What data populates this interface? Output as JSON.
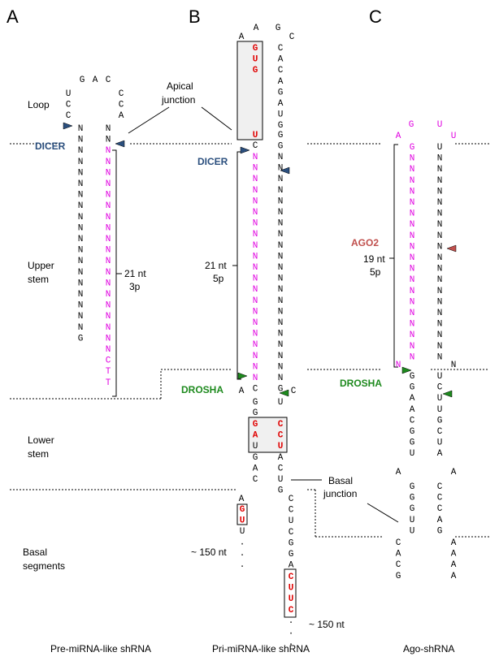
{
  "panels": {
    "a": "A",
    "b": "B",
    "c": "C"
  },
  "regions": {
    "loop": "Loop",
    "upper_stem_1": "Upper",
    "upper_stem_2": "stem",
    "lower_stem_1": "Lower",
    "lower_stem_2": "stem",
    "basal_1": "Basal",
    "basal_2": "segments"
  },
  "junctions": {
    "apical_1": "Apical",
    "apical_2": "junction",
    "basal_1": "Basal",
    "basal_2": "junction"
  },
  "enzymes": {
    "dicer_a": "DICER",
    "dicer_b": "DICER",
    "drosha_b": "DROSHA",
    "drosha_c": "DROSHA",
    "ago2": "AGO2"
  },
  "lengths": {
    "a_nt": "21 nt",
    "a_arm": "3p",
    "b_nt": "21 nt",
    "b_arm": "5p",
    "c_nt": "19 nt",
    "c_arm": "5p",
    "b_basal_5p": "~ 150 nt",
    "b_basal_3p": "~ 150 nt"
  },
  "captions": {
    "a": "Pre-miRNA-like shRNA",
    "b": "Pri-miRNA-like shRNA",
    "c": "Ago-shRNA"
  },
  "colors": {
    "guide": "#e000e0",
    "mutation": "#e00000",
    "dicer": "#2b4f7e",
    "drosha": "#1e8a1e",
    "ago2": "#c0504d",
    "box_fill": "#f0f0f0"
  },
  "sequences": {
    "a": {
      "loop_top": [
        "G",
        "A",
        "C"
      ],
      "loop_left": [
        "U",
        "C",
        "C"
      ],
      "loop_right": [
        "C",
        "C",
        "A"
      ],
      "strand_5p": [
        "N",
        "N",
        "N",
        "N",
        "N",
        "N",
        "N",
        "N",
        "N",
        "N",
        "N",
        "N",
        "N",
        "N",
        "N",
        "N",
        "N",
        "N",
        "N",
        "G"
      ],
      "strand_3p_black": [
        "N",
        "N"
      ],
      "strand_3p_guide": [
        "N",
        "N",
        "N",
        "N",
        "N",
        "N",
        "N",
        "N",
        "N",
        "N",
        "N",
        "N",
        "N",
        "N",
        "N",
        "N",
        "N",
        "N",
        "N",
        "C",
        "T",
        "T"
      ]
    },
    "b": {
      "loop_tl": "A",
      "loop_t": "A",
      "loop_tr": "G",
      "loop_c": "C",
      "loop_left_red": [
        "G",
        "U",
        "G"
      ],
      "loop_left_bottom_red": "U",
      "loop_right": [
        "C",
        "A",
        "C",
        "A",
        "G",
        "A",
        "U",
        "G"
      ],
      "dicer_cut_row_5p": "C",
      "dicer_cut_row_3p": [
        "G",
        "G"
      ],
      "strand_5p_guide": [
        "N",
        "N",
        "N",
        "N",
        "N",
        "N",
        "N",
        "N",
        "N",
        "N",
        "N",
        "N",
        "N",
        "N",
        "N",
        "N",
        "N",
        "N",
        "N",
        "N",
        "N"
      ],
      "strand_5p_end": "C",
      "strand_3p": [
        "N",
        "N",
        "N",
        "N",
        "N",
        "N",
        "N",
        "N",
        "N",
        "N",
        "N",
        "N",
        "N",
        "N",
        "N",
        "N",
        "N",
        "N",
        "N",
        "N",
        "N"
      ],
      "strand_3p_end": "G",
      "bulge_5p": "A",
      "bulge_3p": "C",
      "lower_5p_top": "G",
      "lower_5p_red": [
        "G",
        "A"
      ],
      "lower_5p_rest": [
        "G",
        "U",
        "G",
        "A",
        "C"
      ],
      "lower_3p_top": "U",
      "lower_3p_red": [
        "C",
        "C",
        "U"
      ],
      "lower_3p_rest": [
        "A",
        "C",
        "U",
        "G"
      ],
      "basal_5p_top": "A",
      "basal_5p_red": [
        "G",
        "U"
      ],
      "basal_5p_rest": [
        "U",
        ".",
        ".",
        "."
      ],
      "basal_3p": [
        "C",
        "C",
        "U",
        "C",
        "G",
        "G",
        "A"
      ],
      "basal_3p_red": [
        "C",
        "U",
        "U",
        "C"
      ],
      "basal_3p_dots": [
        ".",
        ".",
        "."
      ]
    },
    "c": {
      "loop_a": "A",
      "loop_g": "G",
      "loop_u1": "U",
      "loop_u2": "U",
      "strand_5p_guide": [
        "G",
        "N",
        "N",
        "N",
        "N",
        "N",
        "N",
        "N",
        "N",
        "N",
        "N",
        "N",
        "N",
        "N",
        "N",
        "N",
        "N",
        "N",
        "N",
        "N"
      ],
      "strand_3p": [
        "U",
        "N",
        "N",
        "N",
        "N",
        "N",
        "N",
        "N",
        "N",
        "N",
        "N",
        "N",
        "N",
        "N",
        "N",
        "N",
        "N",
        "N",
        "N",
        "N"
      ],
      "n_5p": "N",
      "n_3p": "N",
      "lower_5p": [
        "G",
        "G",
        "A",
        "A",
        "C",
        "G",
        "G",
        "U"
      ],
      "lower_3p": [
        "U",
        "C",
        "U",
        "U",
        "G",
        "C",
        "U",
        "A"
      ],
      "bulge_5p": "A",
      "bulge_3p": "A",
      "basal_5p": [
        "G",
        "G",
        "G",
        "U",
        "U"
      ],
      "basal_3p": [
        "C",
        "C",
        "C",
        "A",
        "G"
      ],
      "tail_5p": [
        "C",
        "A",
        "C",
        "G"
      ],
      "tail_3p": [
        "A",
        "A",
        "A",
        "A"
      ]
    }
  }
}
